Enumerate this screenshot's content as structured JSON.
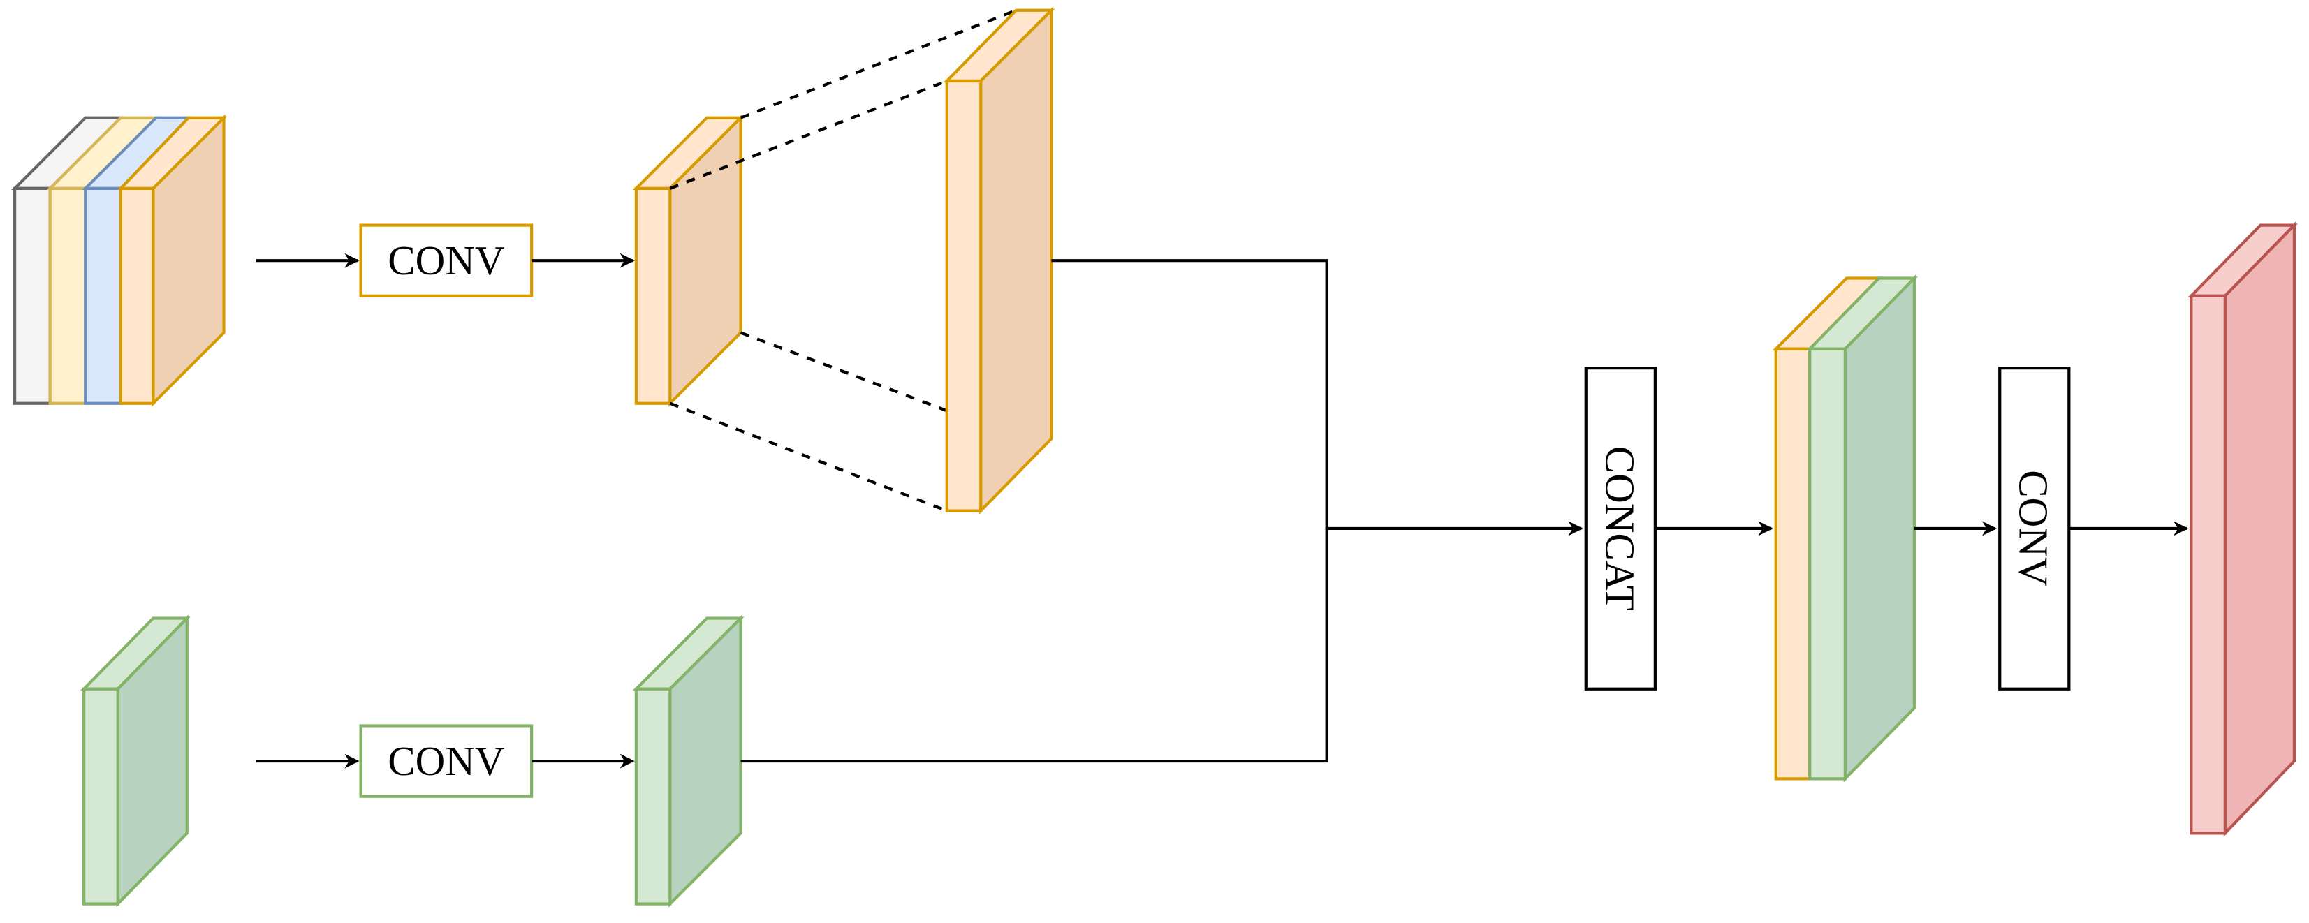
{
  "labels": {
    "conv_top": "CONV",
    "conv_bottom": "CONV",
    "concat": "CONCAT",
    "conv_right": "CONV"
  },
  "colors": {
    "orange_border": "#D79B00",
    "orange_front": "#FFE6CC",
    "orange_side": "#EFD0B3",
    "gray_border": "#666666",
    "gray_front": "#F5F5F5",
    "yellow_border": "#D6B656",
    "yellow_front": "#FFF2CC",
    "blue_border": "#6C8EBF",
    "blue_front": "#DAE8FC",
    "green_border": "#82B366",
    "green_front": "#D5E8D4",
    "green_side": "#B7D2BE",
    "red_border": "#B85450",
    "red_front": "#F8CECC",
    "red_side": "#EFB5B5",
    "line": "#000000"
  }
}
